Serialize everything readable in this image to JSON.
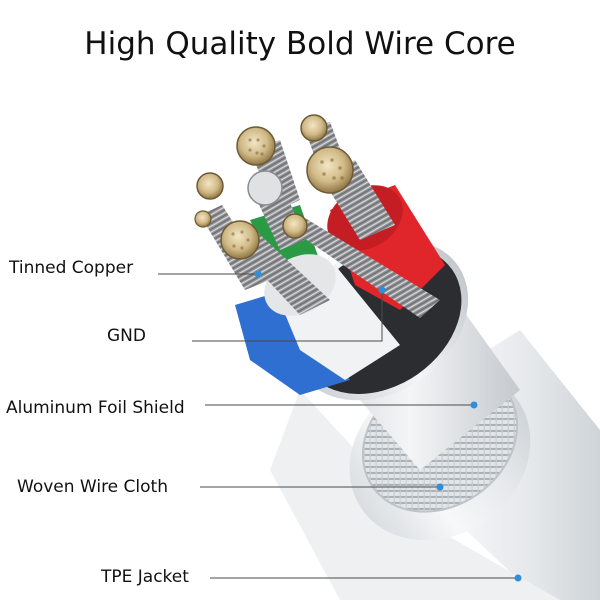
{
  "title": "High Quality Bold Wire Core",
  "labels": {
    "tinned_copper": "Tinned Copper",
    "gnd": "GND",
    "aluminum_foil_shield": "Aluminum Foil Shield",
    "woven_wire_cloth": "Woven Wire Cloth",
    "tpe_jacket": "TPE Jacket"
  },
  "colors": {
    "jacket": "#e9ecef",
    "red_wire": "#e0252b",
    "blue_wire": "#2f6fd1",
    "green_wire": "#2a9a45",
    "copper": "#c9b48a",
    "pointer_dot": "#2f8fd8"
  }
}
